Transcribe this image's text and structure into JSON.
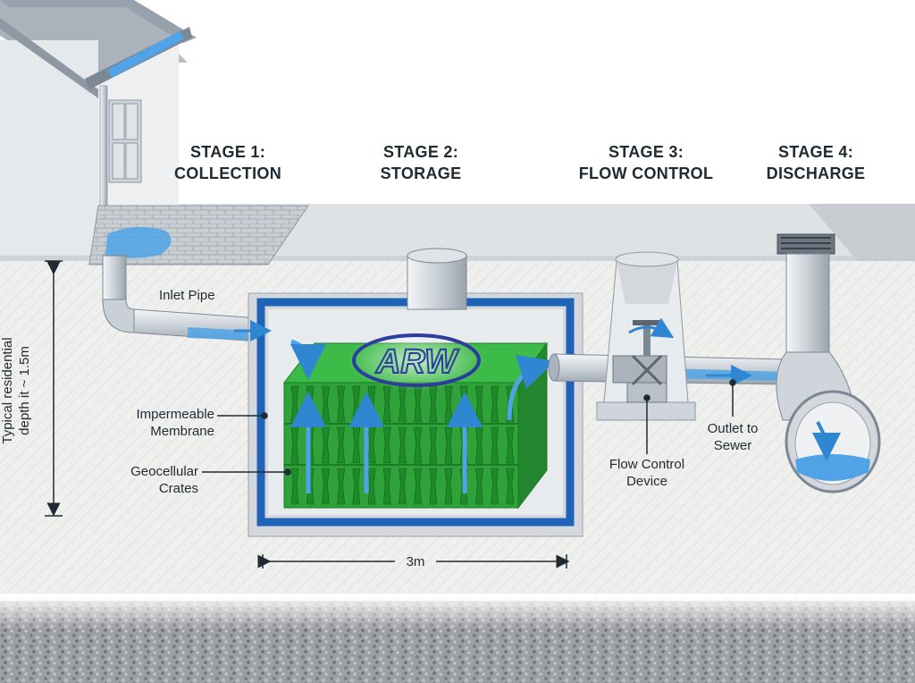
{
  "stages": [
    {
      "line1": "STAGE 1:",
      "line2": "COLLECTION"
    },
    {
      "line1": "STAGE 2:",
      "line2": "STORAGE"
    },
    {
      "line1": "STAGE 3:",
      "line2": "FLOW CONTROL"
    },
    {
      "line1": "STAGE 4:",
      "line2": "DISCHARGE"
    }
  ],
  "callouts": {
    "inlet_pipe": "Inlet Pipe",
    "membrane_line1": "Impermeable",
    "membrane_line2": "Membrane",
    "crates_line1": "Geocellular",
    "crates_line2": "Crates",
    "flow_device_line1": "Flow Control",
    "flow_device_line2": "Device",
    "outlet_line1": "Outlet to",
    "outlet_line2": "Sewer"
  },
  "depth_label": {
    "line1": "Typical residential",
    "line2": "depth it ~ 1.5m"
  },
  "width_label": "3m",
  "logo_text": "ARW",
  "colors": {
    "water": "#3d8fd6",
    "membrane": "#1e63b8",
    "crate": "#2fa33a",
    "concrete": "#d4d8dc",
    "soil": "#efefed"
  }
}
